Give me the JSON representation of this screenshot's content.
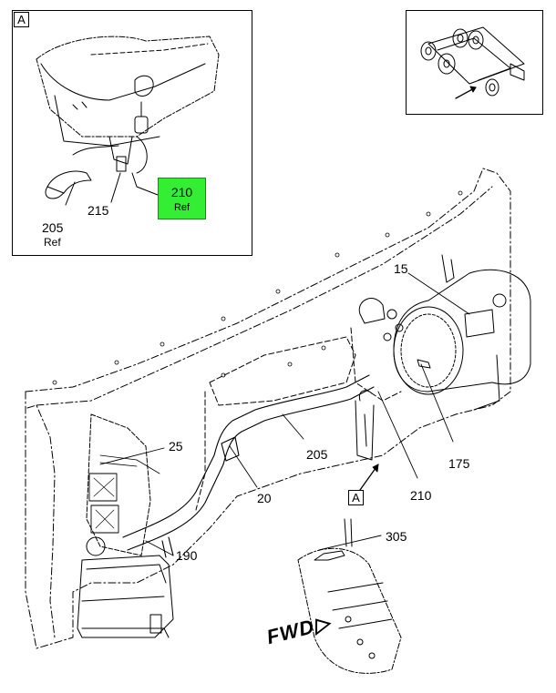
{
  "detail": {
    "letter": "A",
    "highlight_number": "210",
    "highlight_ref": "Ref",
    "callouts": [
      {
        "id": "205",
        "sub": "Ref"
      },
      {
        "id": "215"
      }
    ]
  },
  "main": {
    "view_letter": "A",
    "callouts": [
      "15",
      "175",
      "25",
      "20",
      "205",
      "210",
      "190",
      "305"
    ],
    "fwd_label": "FWD"
  },
  "colors": {
    "highlight": "#33ee33",
    "line": "#000000"
  }
}
